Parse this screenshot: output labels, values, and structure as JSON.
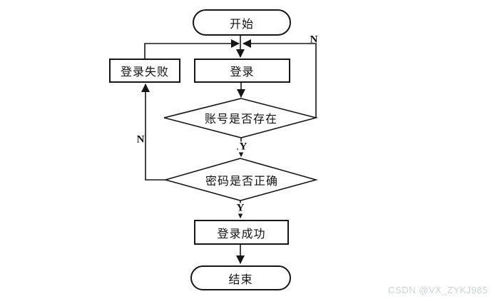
{
  "watermark": {
    "text": "CSDN @VX_ZYKJ985",
    "color": "#ced4d6"
  },
  "flowchart": {
    "type": "flowchart",
    "colors": {
      "line": "#161616",
      "node_fill": "#ffffff",
      "text": "#111111"
    },
    "nodes": {
      "start": {
        "label": "开始",
        "shape": "terminator"
      },
      "login": {
        "label": "登录",
        "shape": "process"
      },
      "login_fail": {
        "label": "登录失败",
        "shape": "process"
      },
      "account_check": {
        "label": "账号是否存在",
        "shape": "decision"
      },
      "password_check": {
        "label": "密码是否正确",
        "shape": "decision"
      },
      "login_success": {
        "label": "登录成功",
        "shape": "process"
      },
      "end": {
        "label": "结束",
        "shape": "terminator"
      }
    },
    "edges": [
      {
        "from": "start",
        "to": "login",
        "label": ""
      },
      {
        "from": "login",
        "to": "account_check",
        "label": ""
      },
      {
        "from": "account_check",
        "to": "password_check",
        "label": "Y"
      },
      {
        "from": "account_check",
        "to": "login",
        "label": "N"
      },
      {
        "from": "password_check",
        "to": "login_success",
        "label": "Y"
      },
      {
        "from": "password_check",
        "to": "login_fail",
        "label": "N"
      },
      {
        "from": "login_fail",
        "to": "login",
        "label": ""
      },
      {
        "from": "login_success",
        "to": "end",
        "label": ""
      }
    ]
  }
}
